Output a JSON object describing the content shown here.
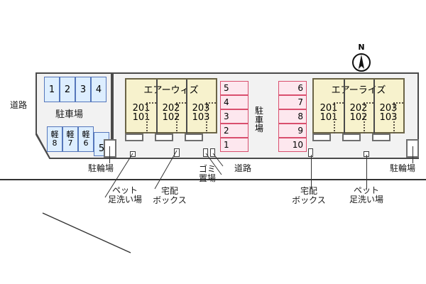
{
  "map": {
    "title": "apartment-site-plan",
    "colors": {
      "plot_fill": "#f2f2f2",
      "plot_border": "#4a4a4a",
      "car_stall_fill": "#ddeeff",
      "car_stall_border": "#5577bb",
      "pink_stall_fill": "#fde7ee",
      "pink_stall_border": "#d94f6e",
      "building_fill": "#f7f2cd",
      "building_border": "#6b6446"
    }
  },
  "compass": {
    "north_label": "N"
  },
  "roads": {
    "west_label": "道路",
    "south_label": "道路"
  },
  "left_parking": {
    "area_label": "駐車場",
    "standard_stalls": [
      "1",
      "2",
      "3",
      "4"
    ],
    "compact_prefix": "軽",
    "compact_stalls": [
      "8",
      "7",
      "6"
    ],
    "corner_stall": "5"
  },
  "center_parking": {
    "area_label": "駐車場",
    "left_column": [
      "5",
      "4",
      "3",
      "2",
      "1"
    ],
    "right_column": [
      "6",
      "7",
      "8",
      "9",
      "10"
    ]
  },
  "buildings": [
    {
      "name": "エアーウィズ",
      "units": [
        {
          "upper": "201",
          "lower": "101"
        },
        {
          "upper": "202",
          "lower": "102"
        },
        {
          "upper": "203",
          "lower": "103"
        }
      ]
    },
    {
      "name": "エアーライズ",
      "units": [
        {
          "upper": "201",
          "lower": "101"
        },
        {
          "upper": "202",
          "lower": "102"
        },
        {
          "upper": "203",
          "lower": "103"
        }
      ]
    }
  ],
  "facilities": {
    "bike_parking_left": "駐輪場",
    "bike_parking_right": "駐輪場",
    "pet_wash_left_line1": "ペット",
    "pet_wash_left_line2": "足洗い場",
    "delivery_box_left_line1": "宅配",
    "delivery_box_left_line2": "ボックス",
    "trash_line1": "ゴミ",
    "trash_line2": "置場",
    "delivery_box_right_line1": "宅配",
    "delivery_box_right_line2": "ボックス",
    "pet_wash_right_line1": "ペット",
    "pet_wash_right_line2": "足洗い場"
  }
}
